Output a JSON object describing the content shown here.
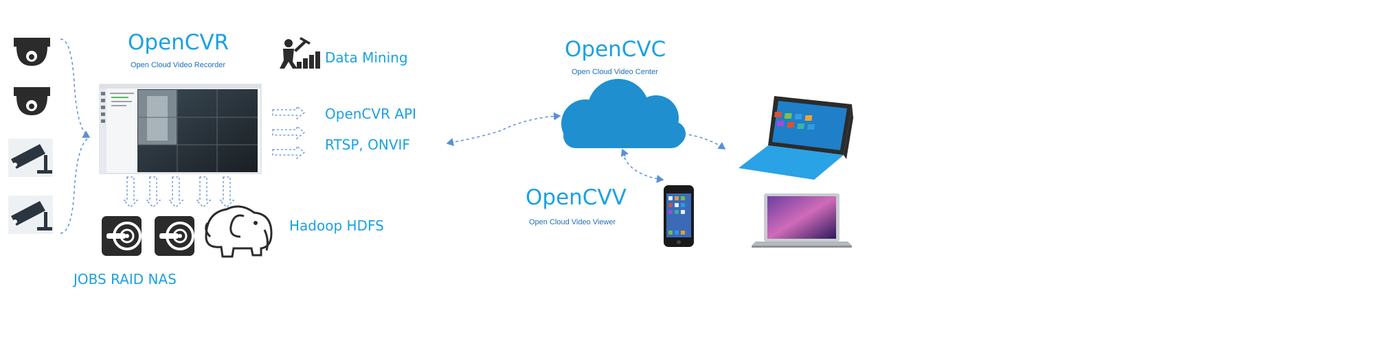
{
  "opencvr": {
    "title": "OpenCVR",
    "subtitle": "Open Cloud Video Recorder"
  },
  "opencvc": {
    "title": "OpenCVC",
    "subtitle": "Open Cloud  Video Center"
  },
  "opencvv": {
    "title": "OpenCVV",
    "subtitle": "Open Cloud  Video Viewer"
  },
  "outputs": {
    "data_mining": "Data Mining",
    "api": "OpenCVR API",
    "protocols": "RTSP, ONVIF"
  },
  "storage": {
    "hdfs": "Hadoop HDFS",
    "raid": "JOBS RAID NAS"
  },
  "colors": {
    "accent": "#1ba1e2",
    "arrow": "#5b8fd6",
    "cloud": "#1f8fd0",
    "dark_icon": "#2b2b2b"
  },
  "icons": [
    "dome-camera-icon",
    "dome-camera-icon",
    "bullet-camera-icon",
    "bullet-camera-icon",
    "recorder-screenshot",
    "data-mining-icon",
    "storage-drive-icon",
    "storage-drive-icon",
    "hadoop-elephant-icon",
    "cloud-icon",
    "tablet-icon",
    "phone-icon",
    "laptop-icon"
  ]
}
